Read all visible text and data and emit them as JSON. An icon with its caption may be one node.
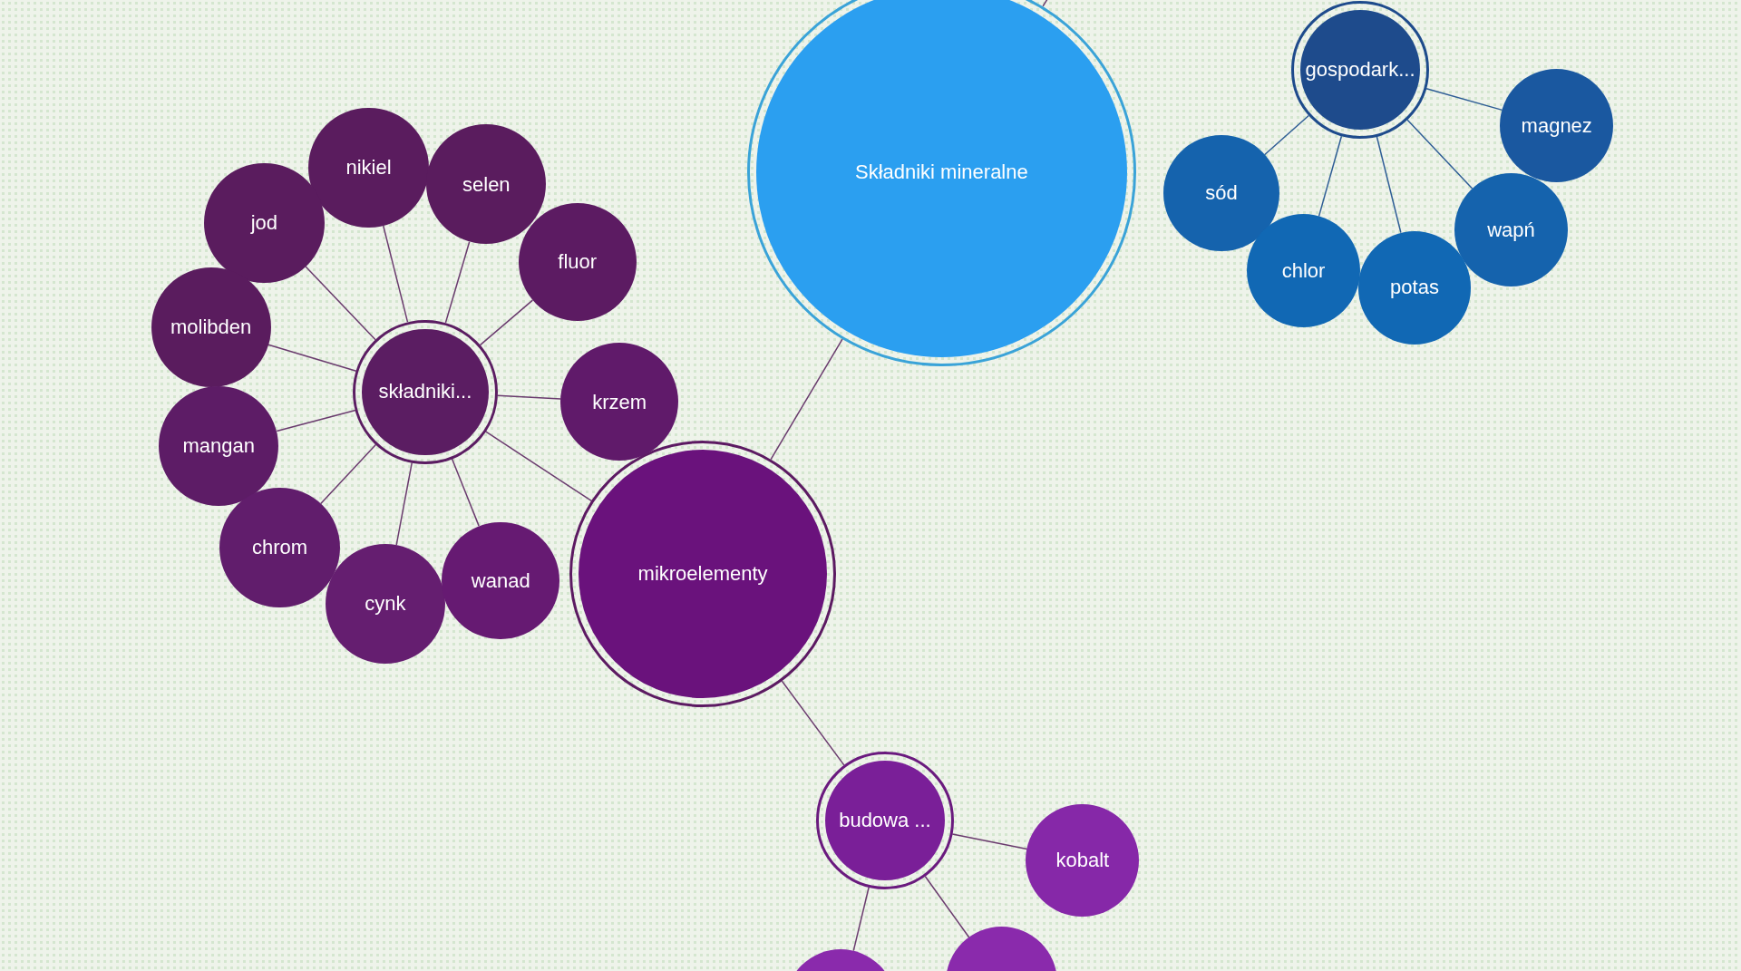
{
  "diagram": {
    "nodes": [
      {
        "text": [
          "Składniki mineralne"
        ]
      },
      {
        "text": [
          "gospodark..."
        ]
      },
      {
        "text": [
          "magnez"
        ]
      },
      {
        "text": [
          "sód"
        ]
      },
      {
        "text": [
          "wapń"
        ]
      },
      {
        "text": [
          "chlor"
        ]
      },
      {
        "text": [
          "potas"
        ]
      },
      {
        "text": [
          "mikroelementy"
        ]
      },
      {
        "text": [
          "składniki..."
        ]
      },
      {
        "text": [
          "nikiel"
        ]
      },
      {
        "text": [
          "selen"
        ]
      },
      {
        "text": [
          "jod"
        ]
      },
      {
        "text": [
          "fluor"
        ]
      },
      {
        "text": [
          "molibden"
        ]
      },
      {
        "text": [
          "krzem"
        ]
      },
      {
        "text": [
          "mangan"
        ]
      },
      {
        "text": [
          "chrom"
        ]
      },
      {
        "text": [
          "cynk"
        ]
      },
      {
        "text": [
          "wanad"
        ]
      },
      {
        "text": [
          "budowa ..."
        ]
      },
      {
        "text": [
          "kobalt"
        ]
      },
      {
        "text": [],
        "shape": "circle"
      },
      {
        "text": [],
        "shape": "circle"
      }
    ],
    "edges": [
      {
        "from": 0,
        "to": null,
        "arrow": "none"
      },
      {
        "from": 1,
        "to": 2,
        "arrow": "none"
      },
      {
        "from": 1,
        "to": 3,
        "arrow": "none"
      },
      {
        "from": 1,
        "to": 4,
        "arrow": "none"
      },
      {
        "from": 1,
        "to": 5,
        "arrow": "none"
      },
      {
        "from": 1,
        "to": 6,
        "arrow": "none"
      },
      {
        "from": 0,
        "to": 7,
        "arrow": "none"
      },
      {
        "from": 7,
        "to": 8,
        "arrow": "none"
      },
      {
        "from": 8,
        "to": 9,
        "arrow": "none"
      },
      {
        "from": 8,
        "to": 10,
        "arrow": "none"
      },
      {
        "from": 8,
        "to": 11,
        "arrow": "none"
      },
      {
        "from": 8,
        "to": 12,
        "arrow": "none"
      },
      {
        "from": 8,
        "to": 13,
        "arrow": "none"
      },
      {
        "from": 8,
        "to": 14,
        "arrow": "none"
      },
      {
        "from": 8,
        "to": 15,
        "arrow": "none"
      },
      {
        "from": 8,
        "to": 16,
        "arrow": "none"
      },
      {
        "from": 8,
        "to": 17,
        "arrow": "none"
      },
      {
        "from": 8,
        "to": 18,
        "arrow": "none"
      },
      {
        "from": 7,
        "to": 19,
        "arrow": "none"
      },
      {
        "from": 19,
        "to": 20,
        "arrow": "none"
      },
      {
        "from": 19,
        "to": 21,
        "arrow": "none"
      },
      {
        "from": 19,
        "to": 22,
        "arrow": "none"
      }
    ]
  }
}
